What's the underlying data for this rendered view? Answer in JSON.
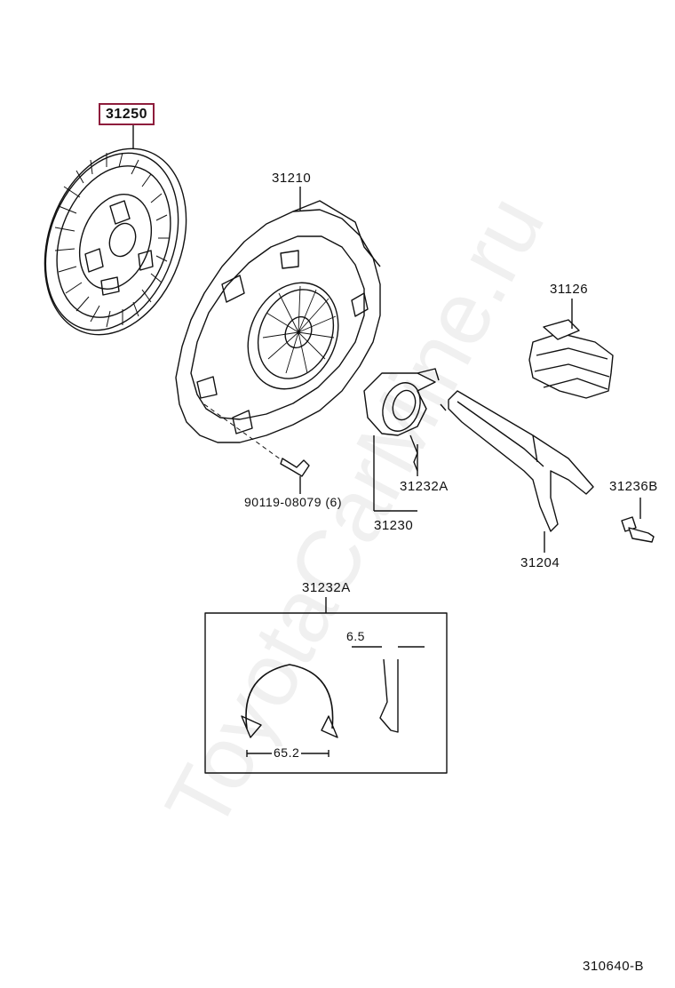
{
  "watermark": "ToyotaCarMine.ru",
  "labels": {
    "disc": "31250",
    "cover": "31210",
    "boot": "31126",
    "clip_top": "31232A",
    "bolt": "90119-08079 (6)",
    "bearing": "31230",
    "fork": "31204",
    "pivot": "31236B",
    "inset_title": "31232A",
    "dim_width": "65.2",
    "dim_thickness": "6.5",
    "catalog_code": "310640-B"
  },
  "colors": {
    "highlight_border": "#8e1d3c",
    "line": "#111111"
  }
}
